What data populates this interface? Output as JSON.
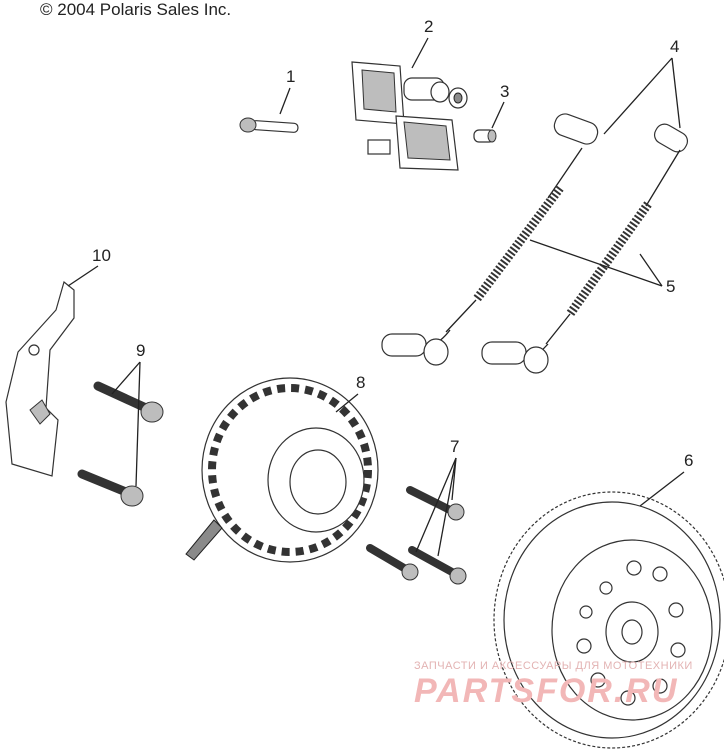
{
  "copyright": "© 2004 Polaris Sales Inc.",
  "callouts": [
    "1",
    "2",
    "3",
    "4",
    "5",
    "6",
    "7",
    "8",
    "9",
    "10"
  ],
  "watermark": {
    "tagline": "ЗАПЧАСТИ И АКСЕССУАРЫ ДЛЯ МОТОТЕХНИКИ",
    "brand": "PARTSFOR.RU"
  }
}
